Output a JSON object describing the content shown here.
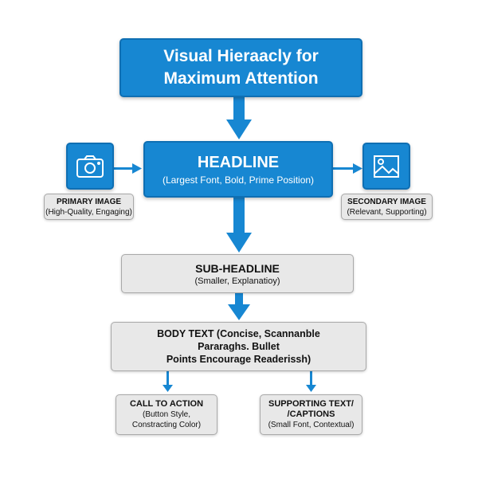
{
  "title": {
    "line1": "Visual Hieraacly for",
    "line2": "Maximum Attention"
  },
  "headline": {
    "title": "HEADLINE",
    "sub": "(Largest Font, Bold, Prime Position)"
  },
  "primary_image": {
    "icon": "camera-icon",
    "title": "PRIMARY IMAGE",
    "sub": "(High-Quality, Engaging)"
  },
  "secondary_image": {
    "icon": "image-icon",
    "title": "SECONDARY IMAGE",
    "sub": "(Relevant, Supporting)"
  },
  "subheadline": {
    "title": "SUB-HEADLINE",
    "sub": "(Smaller, Explanatioy)"
  },
  "body": {
    "line1": "BODY TEXT (Concise, Scannanble",
    "line2": "Pararaghs. Bullet",
    "line3": "Points Encourage Readerissh)"
  },
  "cta": {
    "title": "CALL TO ACTION",
    "line1": "(Button Style,",
    "line2": "Constracting Color)"
  },
  "supporting": {
    "line1": "SUPPORTING TEXT/",
    "line2": "/CAPTIONS",
    "sub": "(Small Font, Contextual)"
  },
  "colors": {
    "blue": "#1787d2",
    "gray": "#e8e8e8"
  }
}
